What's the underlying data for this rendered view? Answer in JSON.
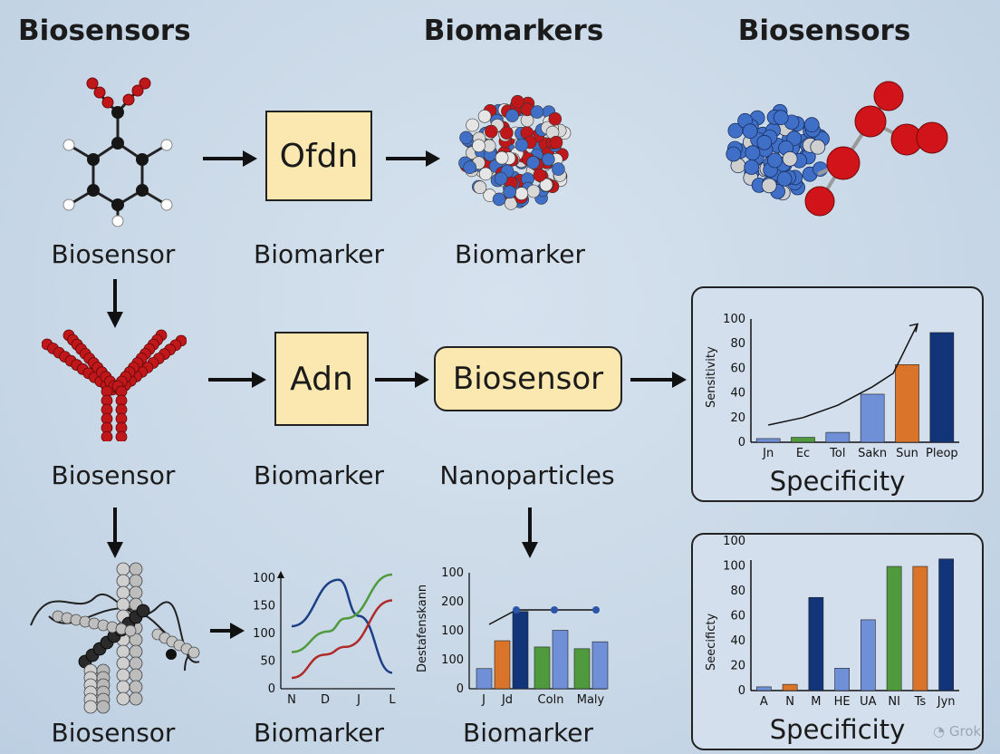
{
  "headers": {
    "col1": "Biosensors",
    "col2": "Biomarkers",
    "col3": "Biosensors"
  },
  "row1": {
    "box_text": "Ofdn",
    "label1": "Biosensor",
    "label2": "Biomarker",
    "label3": "Biomarker"
  },
  "row2": {
    "box_text": "Adn",
    "box2_text": "Biosensor",
    "label1": "Biosensor",
    "label2": "Biomarker",
    "label3": "Nanoparticles"
  },
  "row3": {
    "label1": "Biosensor",
    "label2": "Biomarker",
    "label3": "Biomarker"
  },
  "watermark": "Grok",
  "chart_data": [
    {
      "type": "bar",
      "id": "sensitivity",
      "title": "Specificity",
      "ylabel": "Sensitivity",
      "categories": [
        "Jn",
        "Ec",
        "Tol",
        "Sakn",
        "Sun",
        "Pleop"
      ],
      "values": [
        3,
        4,
        8,
        39,
        63,
        89
      ],
      "colors": [
        "#6f8fd6",
        "#4f9a3c",
        "#6f8fd6",
        "#6f8fd6",
        "#d9742a",
        "#12357a"
      ],
      "trend": [
        [
          0,
          14
        ],
        [
          1,
          20
        ],
        [
          2,
          30
        ],
        [
          3,
          45
        ],
        [
          3.6,
          56
        ],
        [
          4.3,
          96
        ]
      ],
      "yticks": [
        0,
        20,
        40,
        60,
        80,
        100
      ],
      "ylim": [
        0,
        100
      ]
    },
    {
      "type": "line",
      "id": "lines",
      "xticks": [
        "N",
        "D",
        "J",
        "L"
      ],
      "yticks": [
        "0",
        "50",
        "100",
        "150",
        "100"
      ],
      "series": [
        {
          "color": "#1d3f85",
          "values": [
            100,
            190,
            120,
            10
          ],
          "x": [
            0,
            1.4,
            2.0,
            3.0
          ]
        },
        {
          "color": "#4f9a3c",
          "values": [
            50,
            90,
            115,
            200
          ],
          "x": [
            0,
            1.1,
            1.6,
            3.0
          ]
        },
        {
          "color": "#b02a2a",
          "values": [
            0,
            45,
            60,
            150
          ],
          "x": [
            0,
            1.0,
            1.6,
            3.0
          ]
        }
      ]
    },
    {
      "type": "bar",
      "id": "grouped",
      "ylabel": "Destafenskann",
      "categories": [
        "J",
        "Jd",
        "Coln",
        "Maly"
      ],
      "yticks": [
        "0",
        "100",
        "100",
        "200",
        "100"
      ],
      "bars": [
        {
          "x": 0,
          "value": 58,
          "color": "#6f8fd6"
        },
        {
          "x": 1,
          "value": 138,
          "color": "#d9742a"
        },
        {
          "x": 2,
          "value": 222,
          "color": "#12357a"
        },
        {
          "x": 3.2,
          "value": 120,
          "color": "#4f9a3c"
        },
        {
          "x": 4.2,
          "value": 168,
          "color": "#6f8fd6"
        },
        {
          "x": 5.4,
          "value": 115,
          "color": "#4f9a3c"
        },
        {
          "x": 6.4,
          "value": 135,
          "color": "#6f8fd6"
        }
      ],
      "dots": [
        2.2,
        4.3,
        6.6
      ],
      "ylim": [
        0,
        300
      ]
    },
    {
      "type": "bar",
      "id": "specificity",
      "title": "Specificity",
      "ylabel": "Seecificty",
      "categories": [
        "A",
        "N",
        "M",
        "HE",
        "UA",
        "NI",
        "Ts",
        "Jyn"
      ],
      "values": [
        3,
        5,
        75,
        18,
        57,
        100,
        100,
        106
      ],
      "colors": [
        "#6f8fd6",
        "#d9742a",
        "#12357a",
        "#6f8fd6",
        "#6f8fd6",
        "#4f9a3c",
        "#d9742a",
        "#12357a"
      ],
      "yticks": [
        "0",
        "20",
        "40",
        "60",
        "80",
        "100",
        "100"
      ],
      "ylim": [
        0,
        106
      ]
    }
  ]
}
